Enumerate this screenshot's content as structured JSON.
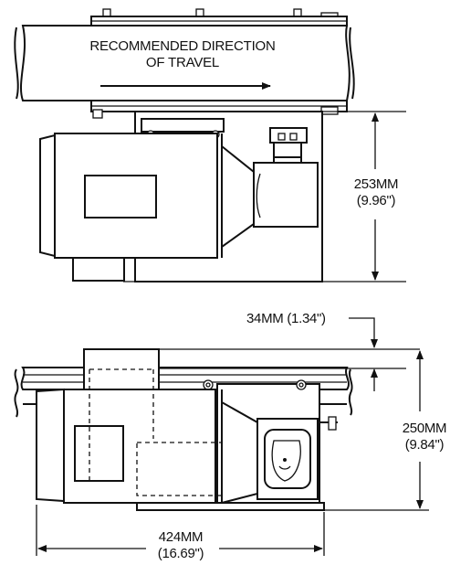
{
  "top_view": {
    "direction_line1": "RECOMMENDED DIRECTION",
    "direction_line2": "OF TRAVEL",
    "height_mm": "253MM",
    "height_in": "(9.96\")"
  },
  "side_view": {
    "offset_label": "34MM (1.34\")",
    "height_mm": "250MM",
    "height_in": "(9.84\")",
    "length_mm": "424MM",
    "length_in": "(16.69\")"
  },
  "colors": {
    "ink": "#111111",
    "paper": "#ffffff"
  }
}
